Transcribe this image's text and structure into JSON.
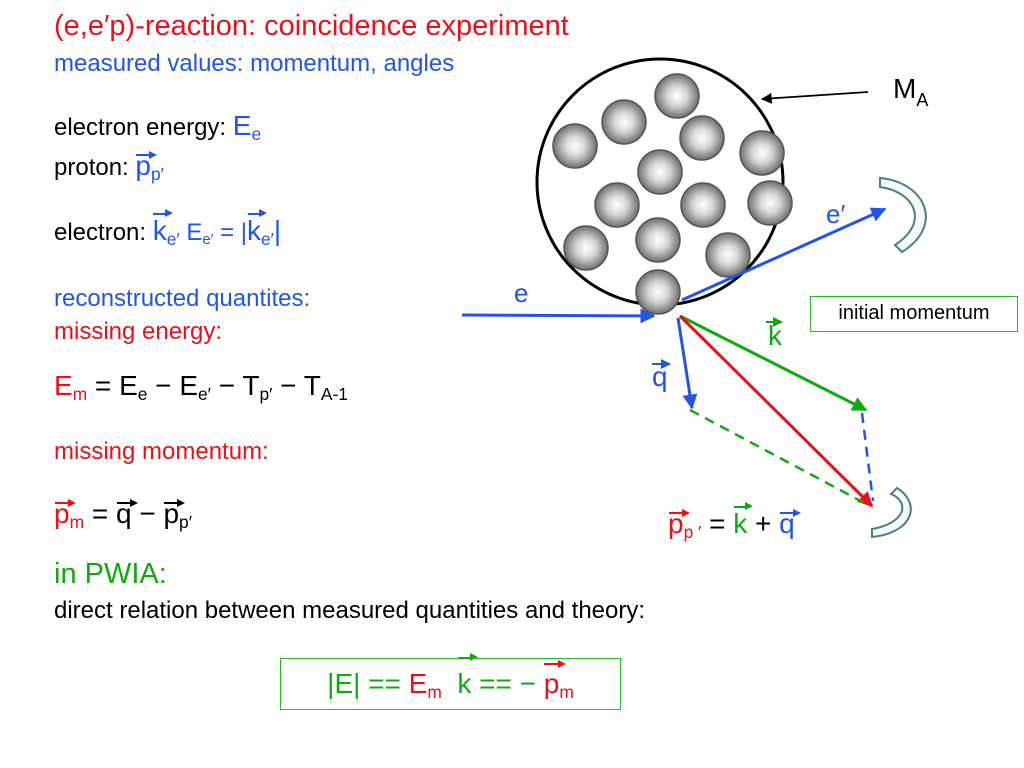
{
  "title": "(e,e′p)-reaction: coincidence experiment",
  "subtitle": "measured values: momentum, angles",
  "measured": {
    "electron_energy_label": "electron energy:",
    "proton_label": "proton:",
    "electron_label": "electron:",
    "e": "E",
    "e_sub": "e",
    "p": "p",
    "p_sub": "p′",
    "k": "k",
    "k_sub": "e′",
    "ee": "E",
    "ee_sub": "e′",
    "eq": " = |",
    "k2": "k",
    "k2_sub": "e′",
    "bar": "|"
  },
  "reconstructed": {
    "heading": "reconstructed quantites:",
    "missing_energy": "missing energy:",
    "missing_momentum": "missing momentum:"
  },
  "formula_em": {
    "lhs": "E",
    "lhs_sub": "m",
    "eq": " = E",
    "e_sub": "e",
    "minus1": " − E",
    "e2_sub": "e′",
    "minus2": " − T",
    "t_sub": "p′",
    "minus3": " − T",
    "t2_sub": "A-1"
  },
  "formula_pm": {
    "p": "p",
    "p_sub": "m",
    "eq": " = ",
    "q": "q",
    "minus": " − ",
    "p2": "p",
    "p2_sub": "p′"
  },
  "pwia": {
    "heading": "in PWIA:",
    "text": "direct relation between measured quantities and theory:"
  },
  "final_box": {
    "abs_e": "|E| == ",
    "em": "E",
    "em_sub": "m",
    "k": "k",
    "eq": " == − ",
    "pm": "p",
    "pm_sub": "m"
  },
  "diagram": {
    "nucleus_label": "M",
    "nucleus_sub": "A",
    "e_in_label": "e",
    "e_out_label": "e′",
    "k_label": "k",
    "q_label": "q",
    "initial_momentum": "initial momentum",
    "pp_label": "p",
    "pp_sub": "p ′",
    "pp_eq": " = ",
    "pp_k": "k",
    "pp_plus": " + ",
    "pp_q": "q"
  },
  "colors": {
    "red": "#e8101a",
    "blue": "#2454e6",
    "green": "#11a911",
    "detector": "#4a7f86"
  }
}
